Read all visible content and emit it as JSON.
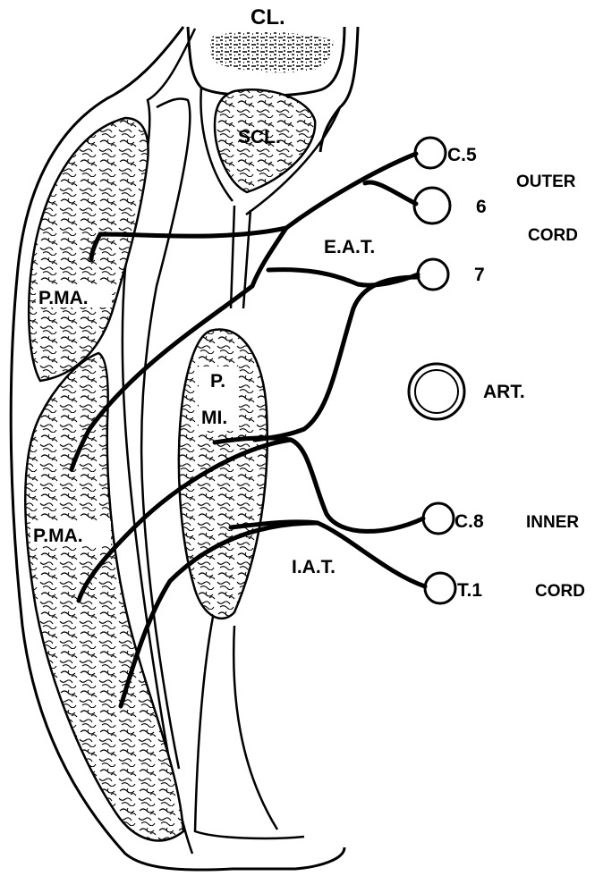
{
  "labels": {
    "clavicle": "CL.",
    "subclavius": "SCL.",
    "pma_upper": "P.MA.",
    "pma_lower": "P.MA.",
    "pmi_line1": "P.",
    "pmi_line2": "MI.",
    "eat": "E.A.T.",
    "iat": "I.A.T.",
    "artery": "ART."
  },
  "roots": {
    "c5": "C.5",
    "c6": "6",
    "c7": "7",
    "c8": "C.8",
    "t1": "T.1"
  },
  "cords": {
    "outer_line1": "OUTER",
    "outer_line2": "CORD",
    "inner_line1": "INNER",
    "inner_line2": "CORD"
  },
  "style": {
    "ink": "#000000",
    "paper": "#ffffff"
  }
}
